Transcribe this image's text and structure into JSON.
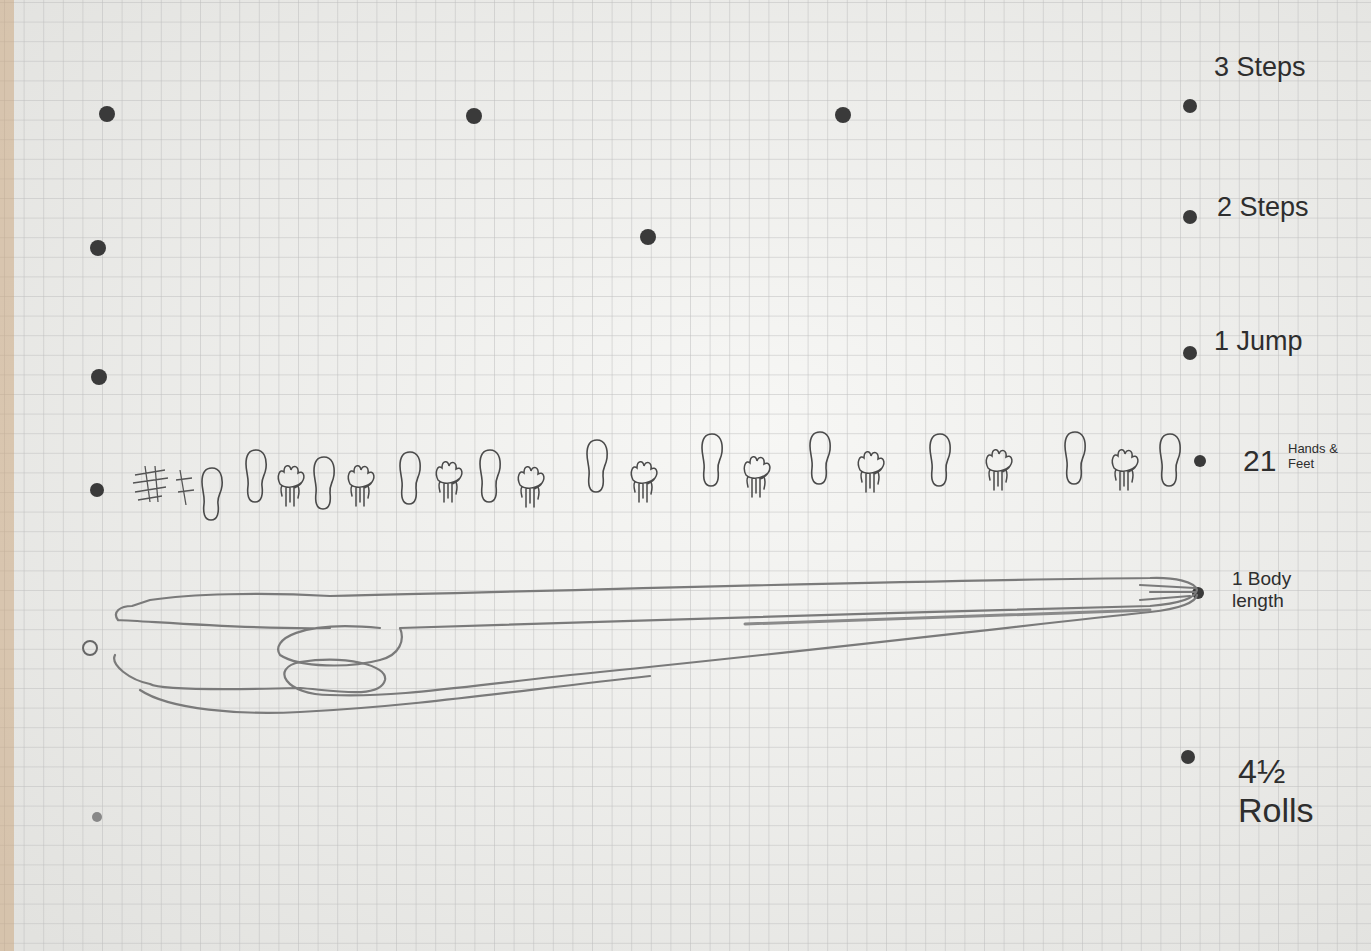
{
  "diagram": {
    "labels": [
      "3 Steps",
      "2 Steps",
      "1 Jump",
      "21",
      "Hands & Feet",
      "1 Body length",
      "4½ Rolls"
    ]
  }
}
